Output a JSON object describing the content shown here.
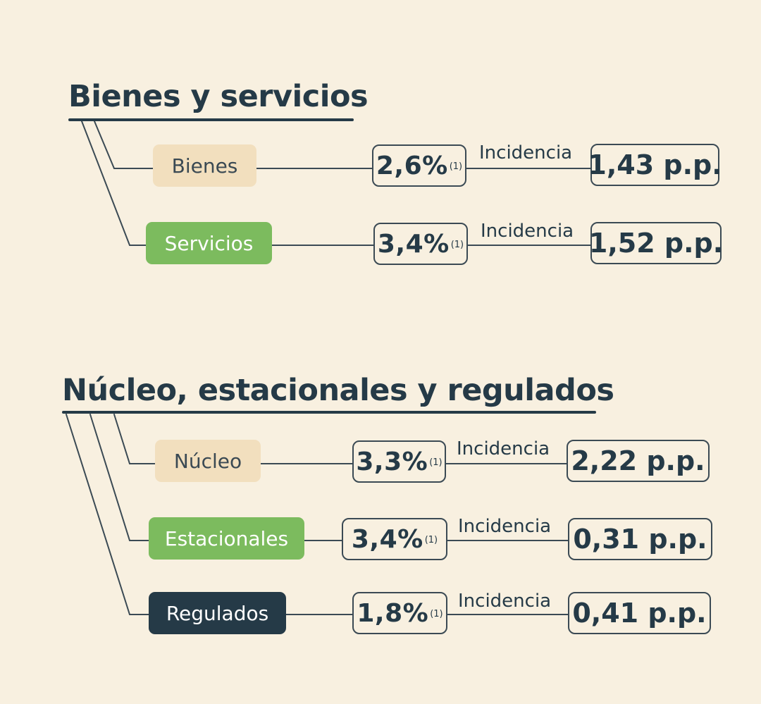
{
  "colors": {
    "background": "#f8f0e0",
    "text_dark": "#253a47",
    "bienes_fill": "#f2dfbe",
    "servicios_fill": "#7cbb5e",
    "regulados_fill": "#253a47",
    "light_text": "#ffffff"
  },
  "sections": [
    {
      "heading": "Bienes y servicios",
      "rows": [
        {
          "label": "Bienes",
          "percent": "2,6%",
          "note": "(1)",
          "incidence_label": "Incidencia",
          "incidence_value": "1,43 p.p."
        },
        {
          "label": "Servicios",
          "percent": "3,4%",
          "note": "(1)",
          "incidence_label": "Incidencia",
          "incidence_value": "1,52 p.p."
        }
      ]
    },
    {
      "heading": "Núcleo, estacionales y regulados",
      "rows": [
        {
          "label": "Núcleo",
          "percent": "3,3%",
          "note": "(1)",
          "incidence_label": "Incidencia",
          "incidence_value": "2,22 p.p."
        },
        {
          "label": "Estacionales",
          "percent": "3,4%",
          "note": "(1)",
          "incidence_label": "Incidencia",
          "incidence_value": "0,31 p.p."
        },
        {
          "label": "Regulados",
          "percent": "1,8%",
          "note": "(1)",
          "incidence_label": "Incidencia",
          "incidence_value": "0,41 p.p."
        }
      ]
    }
  ]
}
